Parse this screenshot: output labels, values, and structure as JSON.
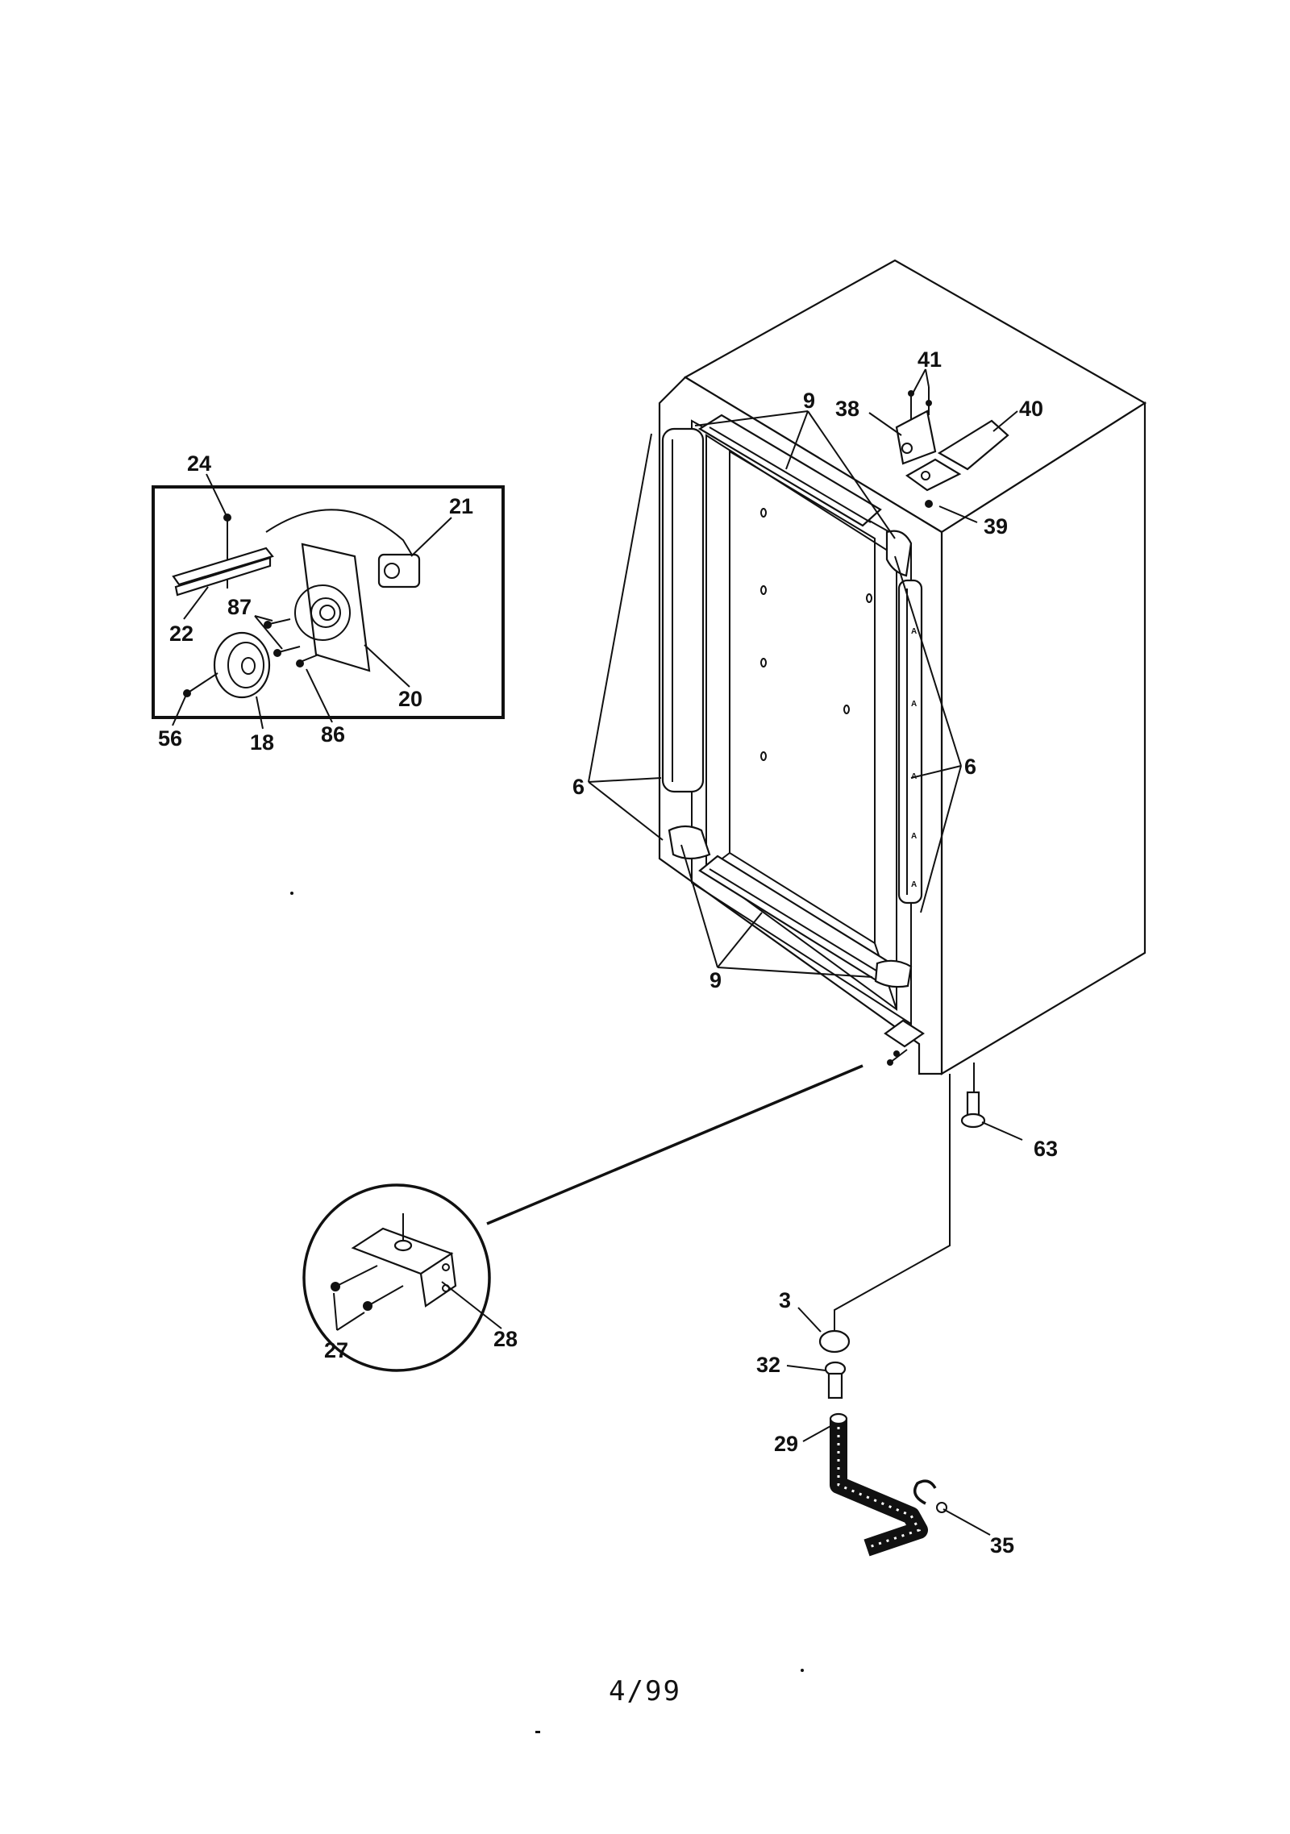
{
  "footer": {
    "page_code": "4/99"
  },
  "callouts": {
    "c24": "24",
    "c21": "21",
    "c22": "22",
    "c87": "87",
    "c20": "20",
    "c56": "56",
    "c18": "18",
    "c86": "86",
    "c41": "41",
    "c38": "38",
    "c40": "40",
    "c39": "39",
    "c9a": "9",
    "c9b": "9",
    "c6a": "6",
    "c6b": "6",
    "c63": "63",
    "c3": "3",
    "c32": "32",
    "c29": "29",
    "c35": "35",
    "c27": "27",
    "c28": "28"
  }
}
